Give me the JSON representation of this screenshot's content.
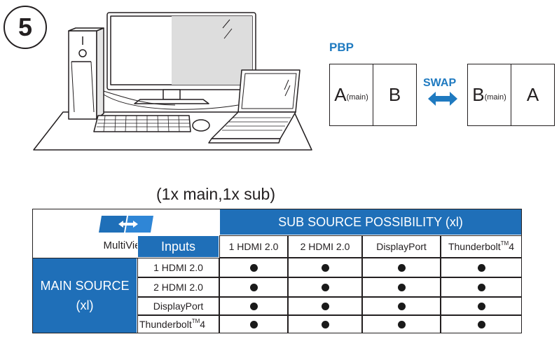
{
  "step_number": "5",
  "pbp": {
    "title": "PBP",
    "swap_label": "SWAP",
    "before": {
      "left": "A",
      "left_sub": "(main)",
      "right": "B"
    },
    "after": {
      "left": "B",
      "left_sub": "(main)",
      "right": "A"
    }
  },
  "subtitle": "(1x main,1x sub)",
  "table": {
    "logo_text": "MultiView",
    "sub_source_header": "SUB SOURCE POSSIBILITY (xl)",
    "inputs_header": "Inputs",
    "main_source_line1": "MAIN SOURCE",
    "main_source_line2": "(xl)",
    "columns": [
      {
        "label": "1 HDMI 2.0",
        "tm": ""
      },
      {
        "label": "2 HDMI 2.0",
        "tm": ""
      },
      {
        "label": "DisplayPort",
        "tm": ""
      },
      {
        "label": "Thunderbolt",
        "tm": "TM",
        "suffix": " 4"
      }
    ],
    "rows": [
      {
        "label": "1 HDMI 2.0",
        "tm": "",
        "suffix": "",
        "support": [
          true,
          true,
          true,
          true
        ]
      },
      {
        "label": "2 HDMI 2.0",
        "tm": "",
        "suffix": "",
        "support": [
          true,
          true,
          true,
          true
        ]
      },
      {
        "label": "DisplayPort",
        "tm": "",
        "suffix": "",
        "support": [
          true,
          true,
          true,
          true
        ]
      },
      {
        "label": "Thunderbolt",
        "tm": "TM",
        "suffix": " 4",
        "support": [
          true,
          true,
          true,
          true
        ]
      }
    ],
    "colors": {
      "header_blue": "#1f6fb8",
      "accent_blue": "#1f7ac0"
    }
  }
}
